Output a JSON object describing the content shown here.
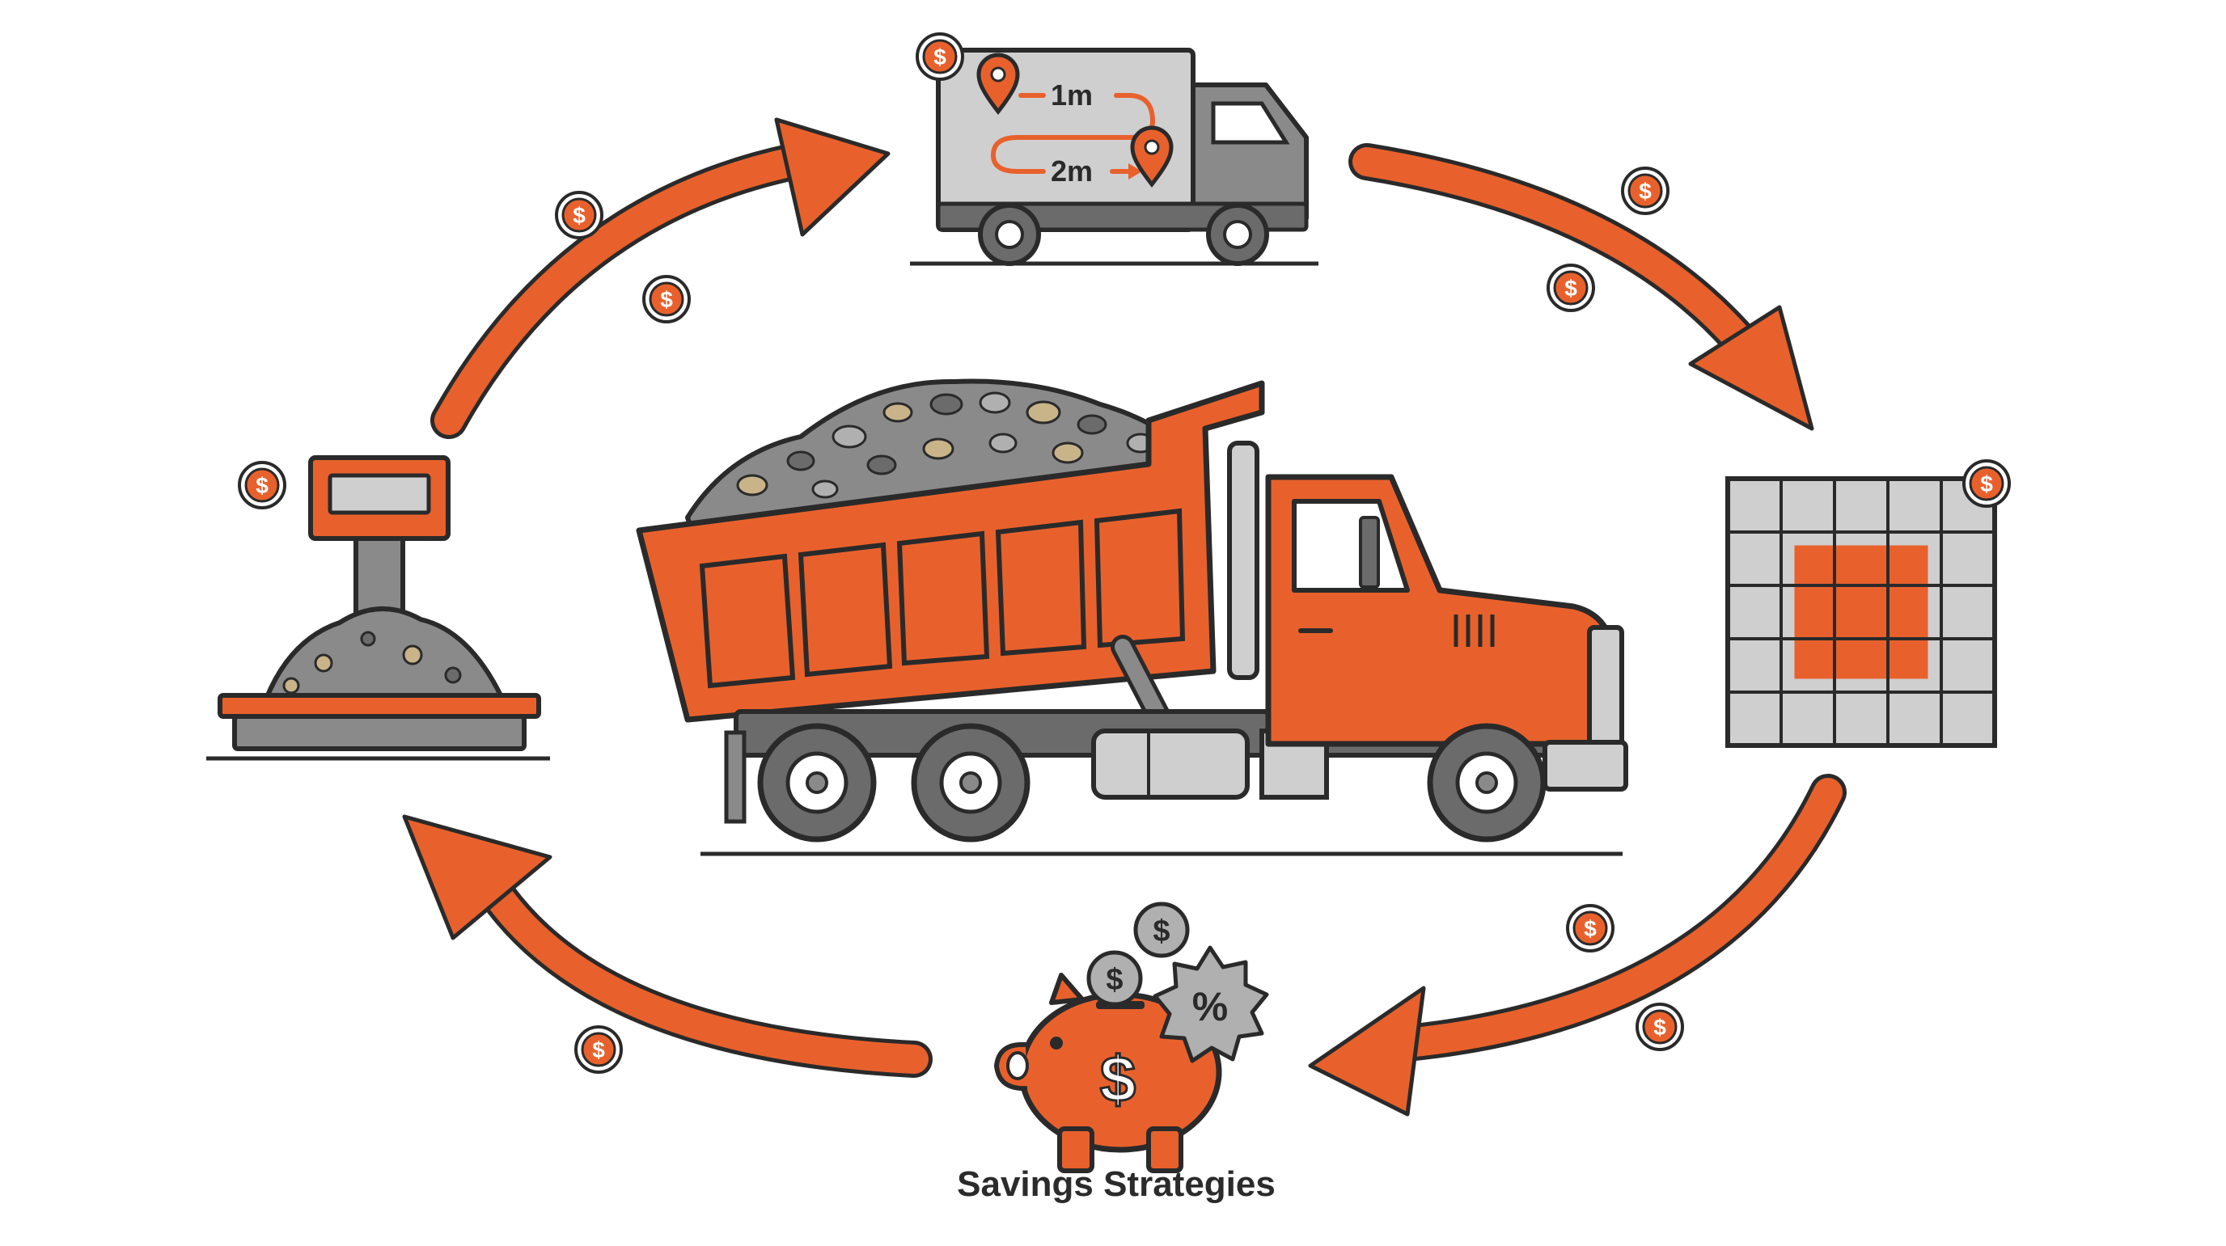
{
  "caption": "Savings Strategies",
  "route": {
    "leg_a": "1m",
    "leg_b": "2m"
  },
  "badges": {
    "dollar": "$",
    "percent": "%"
  },
  "colors": {
    "accent": "#e8612c",
    "outline": "#2a2a2a",
    "grey": "#9a9a9a",
    "light_grey": "#cfcfcf",
    "dark_grey": "#6b6b6b"
  },
  "icons": [
    "delivery-truck-icon",
    "route-pin-icon",
    "dump-truck-icon",
    "weighing-scale-icon",
    "grid-layout-icon",
    "piggy-bank-icon",
    "discount-badge-icon",
    "coin-icon",
    "cycle-arrow-icon"
  ]
}
